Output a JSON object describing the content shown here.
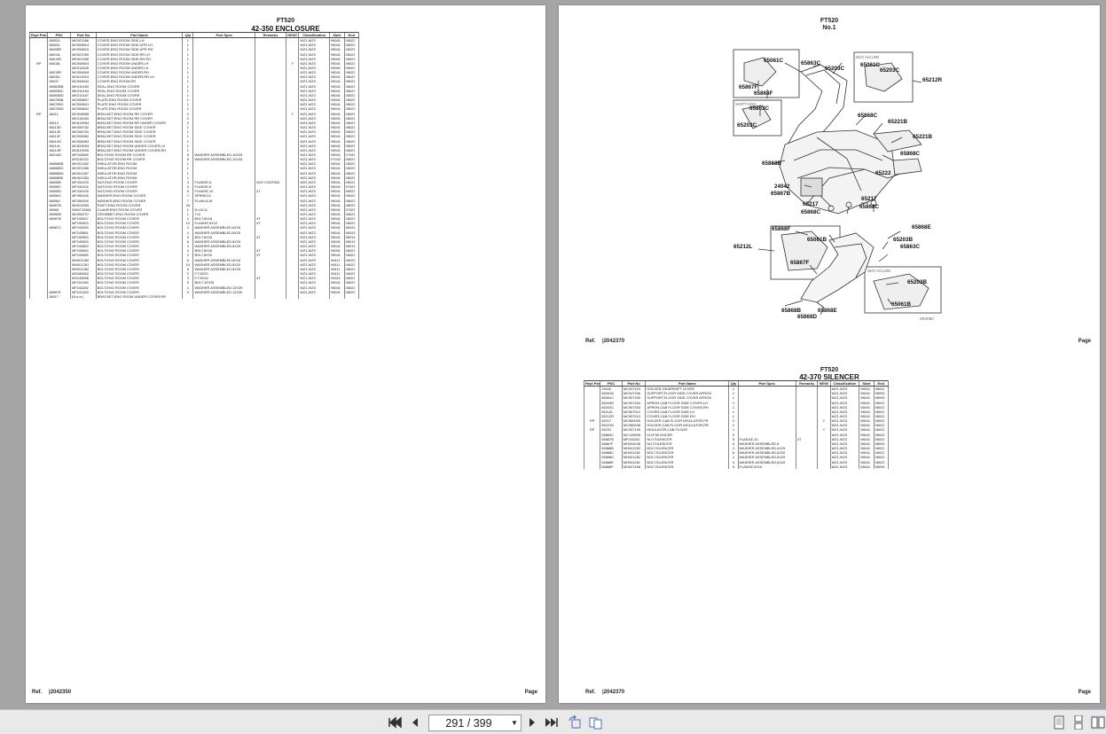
{
  "left_page": {
    "model": "FT520",
    "section_title": "42-350 ENCLOSURE",
    "columns": [
      "Repl Part",
      "PNC",
      "Part No",
      "Part Name",
      "Qty",
      "Part Spec",
      "Remarks",
      "NEW!",
      "Classification",
      "Start",
      "End"
    ],
    "rows": [
      [
        "",
        "66002L",
        "MK301386",
        "COVER,ENG ROOM SIDE,LH",
        "1",
        "",
        "",
        "",
        "WZ1,WZ3",
        "98041",
        "08022"
      ],
      [
        "",
        "66002L",
        "MC958514",
        "COVER,ENG ROOM SIDE,UPR LH",
        "1",
        "",
        "",
        "",
        "WZ1,WZ3",
        "98041",
        "08022"
      ],
      [
        "",
        "66008R",
        "MC958515",
        "COVER,ENG ROOM SIDE,UPR RH",
        "1",
        "",
        "",
        "",
        "WZ1,WZ3",
        "98041",
        "08022"
      ],
      [
        "",
        "66013L",
        "MK301395",
        "COVER,ENG ROOM SIDE,RR LH",
        "1",
        "",
        "",
        "",
        "WZ1,WZ3",
        "98041",
        "08022"
      ],
      [
        "",
        "66013R",
        "MK301396",
        "COVER,ENG ROOM SIDE,RR RH",
        "1",
        "",
        "",
        "",
        "WZ1,WZ3",
        "98041",
        "08022"
      ],
      [
        "RP",
        "66015L",
        "MC958404",
        "COVER,ENG ROOM UNDER,LH",
        "1",
        "",
        "",
        "Y",
        "WZ1,WZ3",
        "98041",
        "08022"
      ],
      [
        "",
        "",
        "MK312845",
        "COVER,ENG ROOM UNDER,LH",
        "1",
        "",
        "",
        "",
        "WZ1,WZ3",
        "98091",
        "08022"
      ],
      [
        "",
        "66015R",
        "MC958409",
        "COVER,ENG ROOM UNDER,RH",
        "1",
        "",
        "",
        "",
        "WZ1,WZ3",
        "98041",
        "08022"
      ],
      [
        "",
        "66032L",
        "MC819019",
        "COVER,ENG ROOM UNDER,RR LH",
        "1",
        "",
        "",
        "",
        "WZ1,WZ3",
        "98041",
        "08022"
      ],
      [
        "",
        "66037",
        "MC958442",
        "COVER,ENG ROOM,RR",
        "1",
        "",
        "",
        "",
        "WZ1,WZ3",
        "98041",
        "08022"
      ],
      [
        "",
        "66063BB",
        "MK310183",
        "SEAL,ENG ROOM COVER",
        "1",
        "",
        "",
        "",
        "WZ1,WZ3",
        "98041",
        "08022"
      ],
      [
        "",
        "66063BC",
        "MK310184",
        "SEAL,ENG ROOM COVER",
        "1",
        "",
        "",
        "",
        "WZ1,WZ3",
        "98041",
        "08022"
      ],
      [
        "",
        "66063BD",
        "MK310187",
        "SEAL,ENG ROOM COVER",
        "1",
        "",
        "",
        "",
        "WZ1,WZ3",
        "98041",
        "08022"
      ],
      [
        "",
        "66070BB",
        "MC958837",
        "PLATE,ENG ROOM COVER",
        "1",
        "",
        "",
        "",
        "WZ1,WZ3",
        "98041",
        "08022"
      ],
      [
        "",
        "66070BC",
        "MC958841",
        "PLATE,ENG ROOM COVER",
        "1",
        "",
        "",
        "",
        "WZ1,WZ3",
        "98041",
        "08022"
      ],
      [
        "",
        "66070BD",
        "MC958842",
        "PLATE,ENG ROOM COVER",
        "1",
        "",
        "",
        "",
        "WZ1,WZ3",
        "98041",
        "08022"
      ],
      [
        "RP",
        "66111",
        "MC958085",
        "BRACKET,ENG ROOM RR COVER",
        "2",
        "",
        "",
        "Y",
        "WZ1,WZ3",
        "98041",
        "08022"
      ],
      [
        "",
        "",
        "MK315283",
        "BRACKET,ENG ROOM RR COVER",
        "2",
        "",
        "",
        "",
        "WZ1,WZ3",
        "98091",
        "08022"
      ],
      [
        "",
        "66112",
        "MC819054",
        "BRACKET,ENG ROOM RR UNDER COVER",
        "2",
        "",
        "",
        "",
        "WZ1,WZ3",
        "98041",
        "08022"
      ],
      [
        "",
        "66113D",
        "MK306782",
        "BRACKET,ENG ROOM SIDE COVER",
        "1",
        "",
        "",
        "",
        "WZ1,WZ3",
        "98041",
        "08022"
      ],
      [
        "",
        "66113E",
        "MK306783",
        "BRACKET,ENG ROOM SIDE COVER",
        "1",
        "",
        "",
        "",
        "WZ1,WZ3",
        "98041",
        "08022"
      ],
      [
        "",
        "66113F",
        "MC958082",
        "BRACKET,ENG ROOM SIDE COVER",
        "1",
        "",
        "",
        "",
        "WZ1,WZ3",
        "98041",
        "08022"
      ],
      [
        "",
        "66113G",
        "MC958083",
        "BRACKET,ENG ROOM SIDE COVER",
        "1",
        "",
        "",
        "",
        "WZ1,WZ3",
        "98041",
        "08022"
      ],
      [
        "",
        "66114L",
        "MC828093",
        "BRACKET,ENG ROOM UNDER COVER,LH",
        "1",
        "",
        "",
        "",
        "WZ1,WZ3",
        "98041",
        "08022"
      ],
      [
        "",
        "66114R",
        "MC819096",
        "BRACKET,ENG ROOM UNDER COVER,RH",
        "1",
        "",
        "",
        "",
        "WZ1,WZ3",
        "98041",
        "08022"
      ],
      [
        "",
        "66314D",
        "MF243658",
        "BOLT,ENG ROOM RR COVER",
        "5",
        "WASHER ASSEMBLED,10X25",
        "",
        "",
        "WZ1,WZ3",
        "98041",
        "07041"
      ],
      [
        "",
        "",
        "MS240022",
        "BOLT,ENG ROOM RR COVER",
        "5",
        "WASHER ASSEMBLED,10X33",
        "",
        "",
        "WZ1,WZ3",
        "07042",
        "08022"
      ],
      [
        "",
        "66858BB",
        "MK301382",
        "INSULATOR,ENG ROOM",
        "1",
        "",
        "",
        "",
        "WZ1,WZ3",
        "98041",
        "08022"
      ],
      [
        "",
        "66858BC",
        "MK301386",
        "INSULATOR,ENG ROOM",
        "1",
        "",
        "",
        "",
        "WZ1,WZ3",
        "98041",
        "08022"
      ],
      [
        "",
        "66858BD",
        "MK301387",
        "INSULATOR,ENG ROOM",
        "1",
        "",
        "",
        "",
        "WZ1,WZ3",
        "98041",
        "08022"
      ],
      [
        "",
        "66858BE",
        "MK301383",
        "INSULATOR,ENG ROOM",
        "1",
        "",
        "",
        "",
        "WZ1,WZ3",
        "98041",
        "08022"
      ],
      [
        "",
        "66955B",
        "MF434103",
        "NUT,ENG ROOM COVER",
        "4",
        "FLANGE,6",
        "W/O COATING",
        "",
        "WZ1,WZ3",
        "98041",
        "08022"
      ],
      [
        "",
        "66955C",
        "MF434104",
        "NUT,ENG ROOM COVER",
        "3",
        "FLANGE,8",
        "",
        "",
        "WZ1,WZ3",
        "98041",
        "97022"
      ],
      [
        "",
        "66955D",
        "MF434105",
        "NUT,ENG ROOM COVER",
        "5",
        "FLANGE,10",
        "4T",
        "",
        "WZ1,WZ3",
        "98041",
        "08022"
      ],
      [
        "",
        "66956C",
        "MF450405",
        "WASHER,ENG ROOM COVER",
        "7",
        "SPRING,8",
        "",
        "",
        "WZ1,WZ3",
        "98041",
        "08022"
      ],
      [
        "",
        "66956J",
        "MF450005",
        "WASHER,ENG ROOM COVER",
        "7",
        "PLAIN,8,16",
        "",
        "",
        "WZ1,WZ3",
        "98041",
        "08022"
      ],
      [
        "",
        "66967B",
        "MH003055",
        "RIVET,ENG ROOM COVER",
        "24",
        "",
        "",
        "",
        "WZ1,WZ3",
        "98041",
        "08022"
      ],
      [
        "",
        "66969",
        "3060715381",
        "CLAMP,ENG ROOM COVER",
        "1",
        "D=16,11",
        "",
        "",
        "WZ1,WZ3",
        "98041",
        "97022"
      ],
      [
        "",
        "66980B",
        "MC958797",
        "GROMMET,ENG ROOM COVER",
        "1",
        "T12",
        "",
        "",
        "WZ1,WZ3",
        "98041",
        "08022"
      ],
      [
        "",
        "66967B",
        "MF190827",
        "BOLT,ENG ROOM COVER",
        "2",
        "BOLT,8X16",
        "4T",
        "",
        "WZ1,WZ3",
        "98041",
        "08022"
      ],
      [
        "",
        "",
        "MF190803",
        "BOLT,ENG ROOM COVER",
        "10",
        "FLANGE,6X12",
        "4T",
        "",
        "WZ1,WZ3",
        "98041",
        "08022"
      ],
      [
        "",
        "66967C",
        "MF243959",
        "BOLT,ENG ROOM COVER",
        "2",
        "WASHER ASSEMBLED,8X16",
        "",
        "",
        "WZ1,WZ3",
        "98041",
        "98103"
      ],
      [
        "",
        "",
        "MF243851",
        "BOLT,ENG ROOM COVER",
        "4",
        "WASHER ASSEMBLED,8X20",
        "",
        "",
        "WZ1,WZ3",
        "98041",
        "98103"
      ],
      [
        "",
        "",
        "MF190853",
        "BOLT,ENG ROOM COVER",
        "3",
        "BOLT,8X16",
        "4T",
        "",
        "WZ1,WZ3",
        "98041",
        "98013"
      ],
      [
        "",
        "",
        "MF240853",
        "BOLT,ENG ROOM COVER",
        "6",
        "WASHER ASSEMBLED,8X20",
        "",
        "",
        "WZ1,WZ3",
        "98041",
        "98013"
      ],
      [
        "",
        "",
        "MF243853",
        "BOLT,ENG ROOM COVER",
        "4",
        "WASHER ASSEMBLED,8X25",
        "",
        "",
        "WZ1,WZ3",
        "98041",
        "98013"
      ],
      [
        "",
        "",
        "MF190852",
        "BOLT,ENG ROOM COVER",
        "4",
        "BOLT,8X16",
        "4T",
        "",
        "WZ1,WZ3",
        "98091",
        "08022"
      ],
      [
        "",
        "",
        "MF190855",
        "BOLT,ENG ROOM COVER",
        "2",
        "BOLT,8X20",
        "4T",
        "",
        "WZ1,WZ3",
        "98041",
        "08022"
      ],
      [
        "",
        "",
        "MH001280",
        "BOLT,ENG ROOM COVER",
        "6",
        "WASHER ASSEMBLED,8X16",
        "",
        "",
        "WZ1,WZ3",
        "98111",
        "08022"
      ],
      [
        "",
        "",
        "MH001281",
        "BOLT,ENG ROOM COVER",
        "10",
        "WASHER ASSEMBLED,8X20",
        "",
        "",
        "WZ1,WZ3",
        "98111",
        "08022"
      ],
      [
        "",
        "",
        "MH001282",
        "BOLT,ENG ROOM COVER",
        "6",
        "WASHER ASSEMBLED,8X25",
        "",
        "",
        "WZ1,WZ3",
        "98111",
        "08022"
      ],
      [
        "",
        "",
        "MS180652",
        "BOLT,ENG ROOM COVER",
        "2",
        "F.T.8X20",
        "",
        "",
        "WZ1,WZ3",
        "98111",
        "08022"
      ],
      [
        "",
        "",
        "MS140856",
        "BOLT,ENG ROOM COVER",
        "3",
        "F.T.8X16",
        "4T",
        "",
        "WZ1,WZ3",
        "99021",
        "08022"
      ],
      [
        "",
        "",
        "MF191265",
        "BOLT,ENG ROOM COVER",
        "5",
        "BOLT,10X25",
        "",
        "",
        "WZ1,WZ3",
        "98041",
        "08022"
      ],
      [
        "",
        "",
        "MF243282",
        "BOLT,ENG ROOM COVER",
        "1",
        "WASHER ASSEMBLED,10X25",
        "",
        "",
        "WZ1,WZ3",
        "98041",
        "08022"
      ],
      [
        "",
        "66967E",
        "MF241309",
        "BOLT,ENG ROOM COVER",
        "3",
        "WASHER ASSEMBLED,12X30",
        "",
        "",
        "WZ1,WZ3",
        "98041",
        "08022"
      ],
      [
        "",
        "66117",
        "(N.a.a.)",
        "BRACKET,ENG ROOM UNDER COVER,RR",
        "",
        "",
        "",
        "",
        "",
        "",
        ""
      ]
    ],
    "ref_label": "Ref.",
    "ref_value": "|2042350",
    "page_label": "Page"
  },
  "right_page": {
    "model_top": "FT520",
    "no_label": "No.1",
    "diagram_labels": [
      "65061C",
      "65863C",
      "65203C",
      "65061C",
      "65203C",
      "65212R",
      "65867F",
      "65868F",
      "65863C",
      "65203C",
      "65868C",
      "65221B",
      "65221B",
      "65868C",
      "65868B",
      "65222",
      "24042",
      "65867B",
      "65217",
      "65217",
      "65868C",
      "65868C",
      "65868E",
      "65868F",
      "65061B",
      "65203B",
      "65863C",
      "65212L",
      "65867F",
      "65203B",
      "65061B",
      "65868B",
      "65868E",
      "65868D"
    ],
    "diagram_notes": [
      "W/O A/CLRE",
      "W/O A/CLRE",
      "SHIFT ENG"
    ],
    "diagram_code": "2R4050",
    "ref_label_top": "Ref.",
    "ref_value_top": "|2042370",
    "page_label_top": "Page",
    "model": "FT520",
    "section_title": "42-370 SILENCER",
    "columns": [
      "Repl Part",
      "PNC",
      "Part No",
      "Part Name",
      "Qty",
      "Part Spec",
      "Remarks",
      "NEW!",
      "Classification",
      "Start",
      "End"
    ],
    "rows": [
      [
        "",
        "24042",
        "MC947424",
        "HOLDER,GEARSHIFT LEVER",
        "1",
        "",
        "",
        "",
        "WZ1,WZ3",
        "98041",
        "08022"
      ],
      [
        "",
        "65061B",
        "MC947336",
        "SUPPORT,FLOOR SIDE COVER APRON",
        "1",
        "",
        "",
        "",
        "WZ1,WZ3",
        "98041",
        "98093"
      ],
      [
        "",
        "65061C",
        "MC957395",
        "SUPPORT,FLOOR SIDE COVER APRON",
        "1",
        "",
        "",
        "",
        "WZ1,WZ3",
        "98041",
        "98093"
      ],
      [
        "",
        "65203B",
        "MC957394",
        "APRON,CAB FLOOR SIDE COVER,LH",
        "1",
        "",
        "",
        "",
        "WZ1,WZ3",
        "98041",
        "08022"
      ],
      [
        "",
        "65203C",
        "MC957393",
        "APRON,CAB FLOOR SIDE COVER,RH",
        "1",
        "",
        "",
        "",
        "WZ1,WZ3",
        "98041",
        "08022"
      ],
      [
        "",
        "65212L",
        "MC957510",
        "COVER,CAB FLOOR SIDE,LH",
        "1",
        "",
        "",
        "",
        "WZ1,WZ3",
        "98041",
        "08022"
      ],
      [
        "",
        "65212R",
        "MC957513",
        "COVER,CAB FLOOR SIDE,RH",
        "1",
        "",
        "",
        "",
        "WZ1,WZ3",
        "98041",
        "08022"
      ],
      [
        "RP",
        "65217",
        "MC960095",
        "HOLDER,CAB FLOOR INSULATOR,FR",
        "2",
        "",
        "",
        "Y",
        "WZ1,WZ3",
        "98041",
        "08022"
      ],
      [
        "",
        "65221B",
        "MC960096",
        "HOLDER,CAB FLOOR INSULATOR,RR",
        "2",
        "",
        "",
        "",
        "WZ1,WZ3",
        "98041",
        "08022"
      ],
      [
        "RP",
        "65222",
        "MC957195",
        "INSULATOR,CAB FLOOR",
        "1",
        "",
        "",
        "Y",
        "WZ1,WZ3",
        "98041",
        "08022"
      ],
      [
        "",
        "65863C",
        "MC149595",
        "CLIP,SILENCER",
        "5",
        "",
        "",
        "",
        "WZ1,WZ3",
        "98041",
        "08022"
      ],
      [
        "",
        "65867B",
        "MF434103",
        "NUT,SILENCER",
        "5",
        "FLANGE,10",
        "4T",
        "",
        "WZ1,WZ3",
        "98041",
        "08022"
      ],
      [
        "",
        "65867F",
        "MH004038",
        "NUT,SILENCER",
        "5",
        "WASHER ASSEMBLED,6",
        "",
        "",
        "WZ1,WZ3",
        "98041",
        "98093"
      ],
      [
        "",
        "65868B",
        "MH001282",
        "BOLT,SILENCER",
        "2",
        "WASHER ASSEMBLED,6X25",
        "",
        "",
        "WZ1,WZ3",
        "98041",
        "08022"
      ],
      [
        "",
        "65868C",
        "MH001281",
        "BOLT,SILENCER",
        "6",
        "WASHER ASSEMBLED,6X20",
        "",
        "",
        "WZ1,WZ3",
        "98041",
        "08022"
      ],
      [
        "",
        "65868D",
        "MH001282",
        "BOLT,SILENCER",
        "2",
        "WASHER ASSEMBLED,6X25",
        "",
        "",
        "WZ1,WZ3",
        "98041",
        "08022"
      ],
      [
        "",
        "65868E",
        "MH001281",
        "BOLT,SILENCER",
        "3",
        "WASHER ASSEMBLED,6X20",
        "",
        "",
        "WZ1,WZ3",
        "98041",
        "08022"
      ],
      [
        "",
        "65868F",
        "MH007498",
        "BOLT,SILENCER",
        "5",
        "FLANGE,6X16",
        "",
        "",
        "WZ1,WZ3",
        "98041",
        "98093"
      ]
    ],
    "ref_label": "Ref.",
    "ref_value": "|2042370",
    "page_label": "Page"
  },
  "toolbar": {
    "page_indicator": "291 / 399"
  },
  "colors": {
    "viewer_bg": "#a5a5a5",
    "toolbar_bg": "#e9e9e9",
    "page_bg": "#ffffff"
  }
}
